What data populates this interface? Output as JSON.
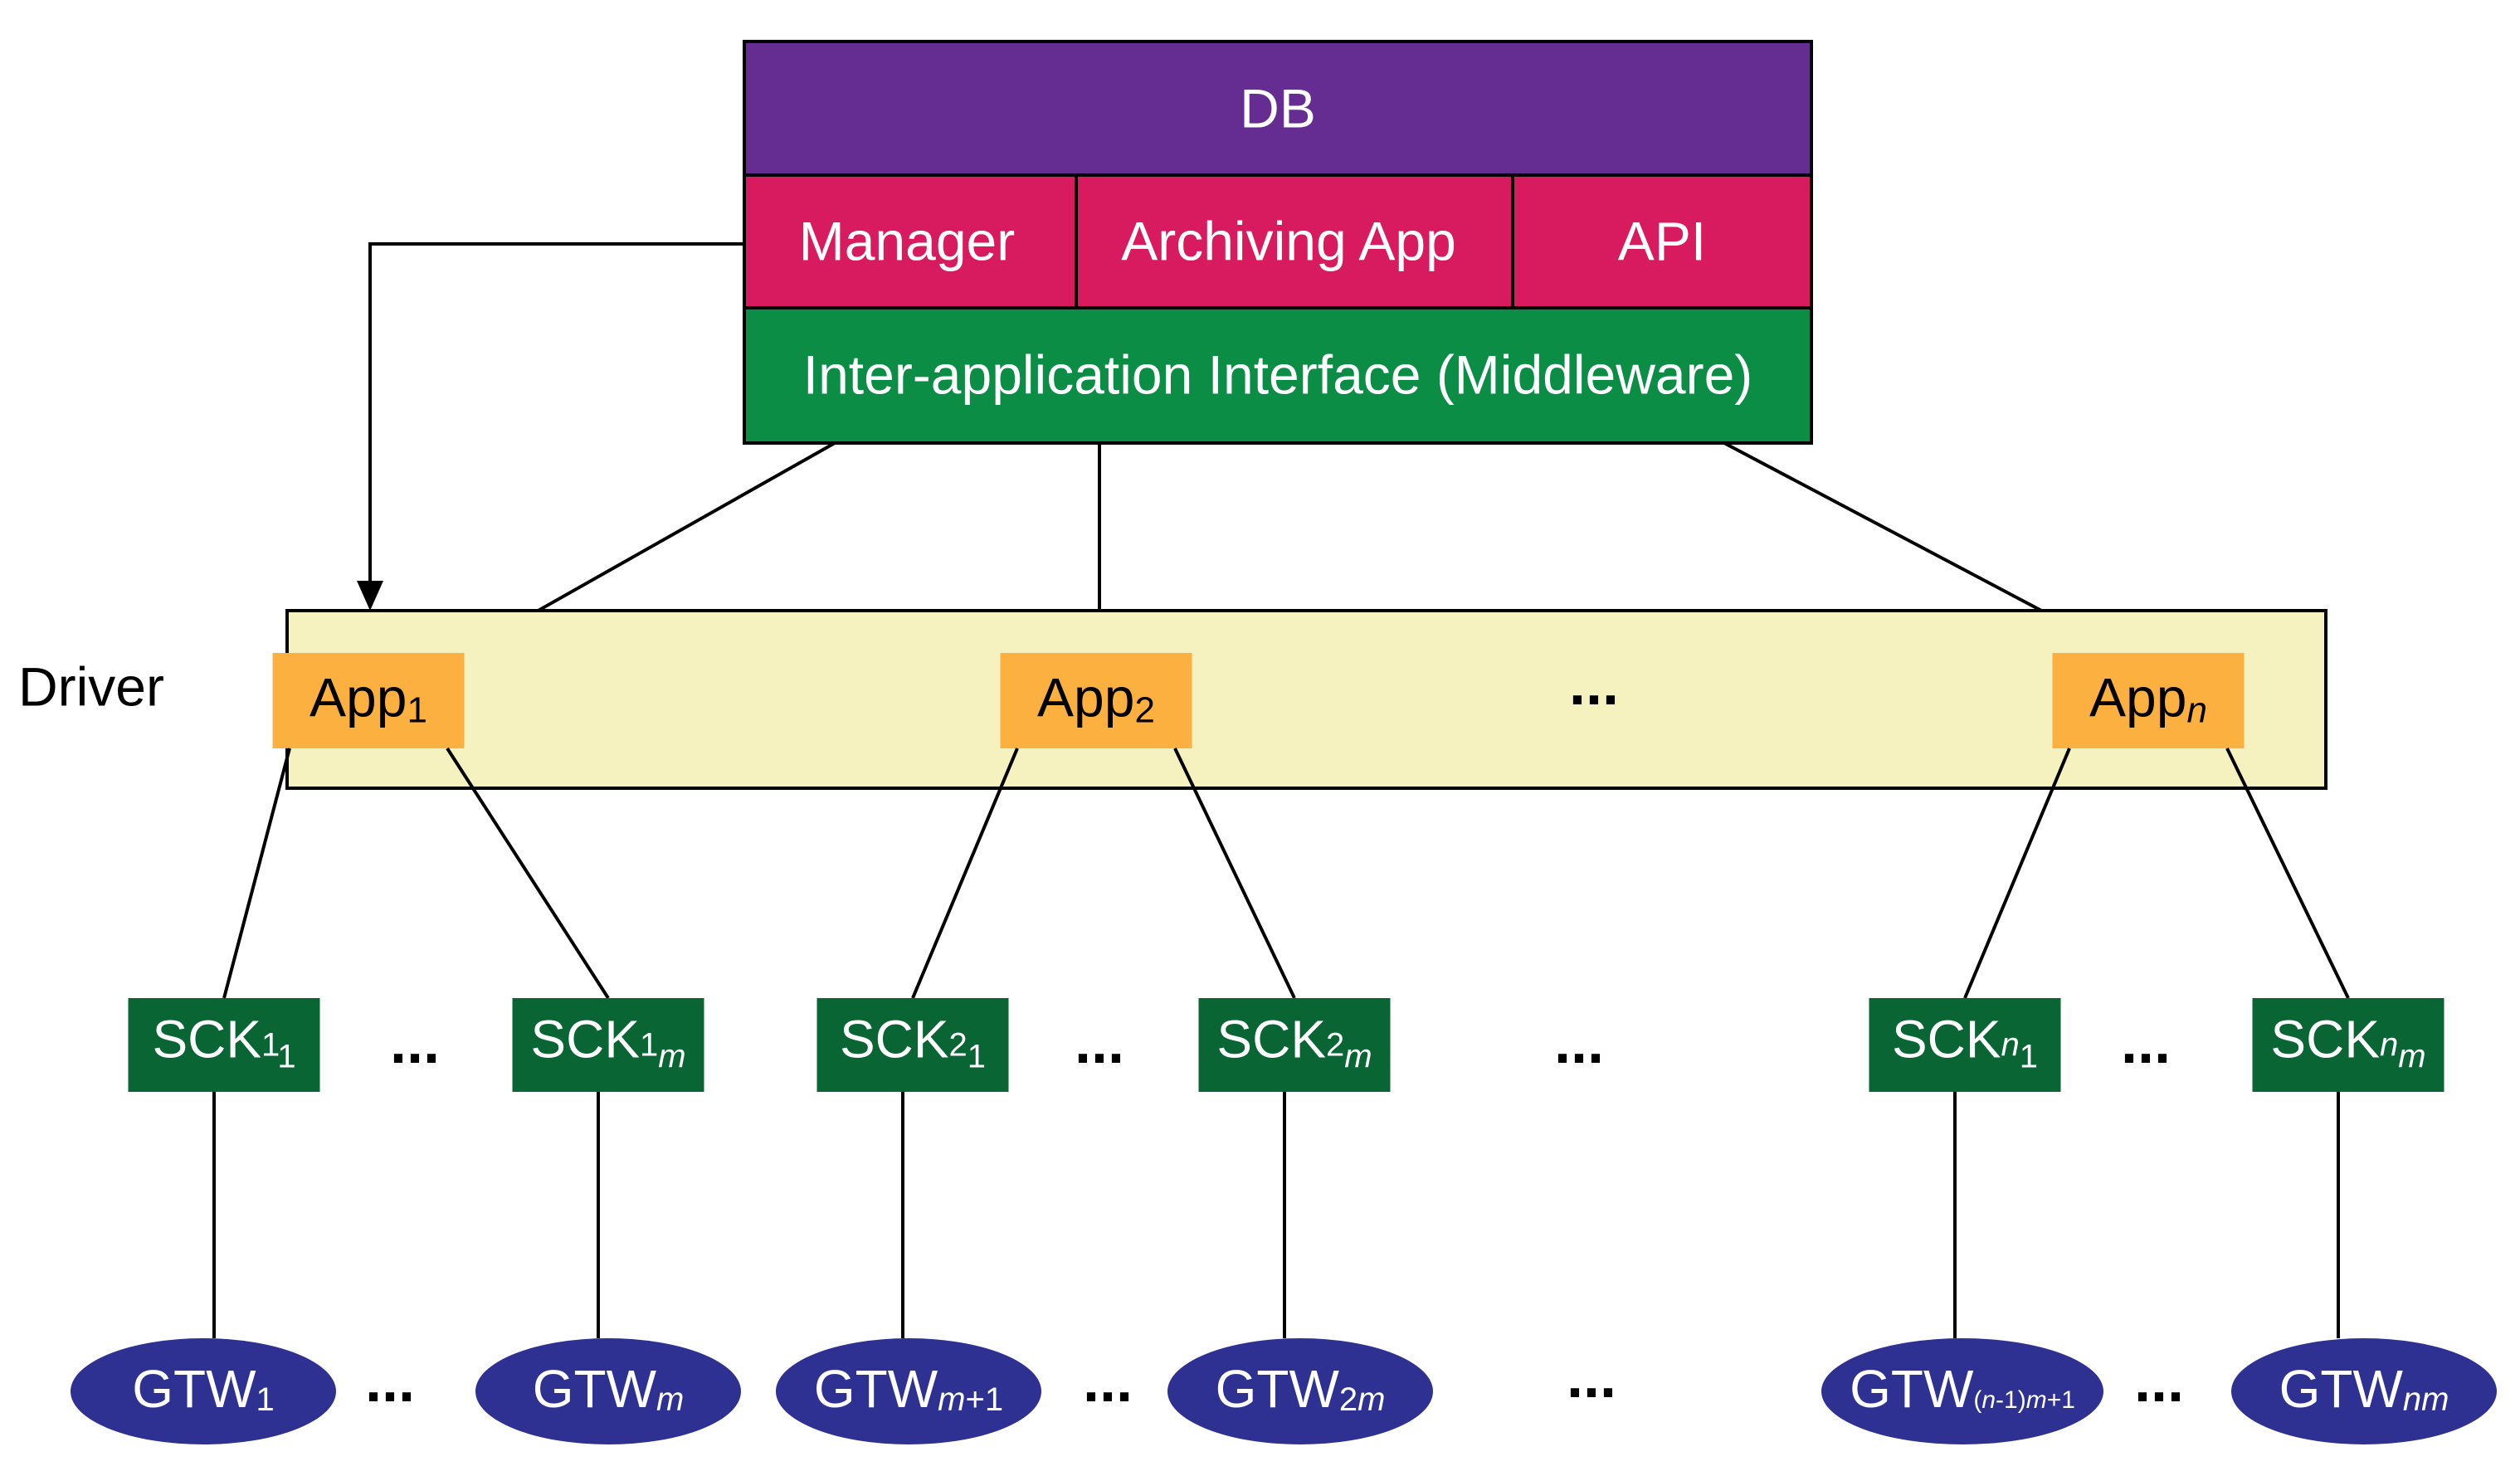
{
  "colors": {
    "db": "#652C91",
    "middle_row": "#D81B5E",
    "middleware": "#0B8D45",
    "driver_bg": "#F5F2BF",
    "app": "#FBB040",
    "sck": "#0A6534",
    "gtw": "#2E3191",
    "line": "#000000",
    "light_text": "#FFFFFF",
    "dark_text": "#000000"
  },
  "top_stack": {
    "db_label": "DB",
    "manager_label": "Manager",
    "archiving_label": "Archiving App",
    "api_label": "API",
    "middleware_label": "Inter-application Interface (Middleware)"
  },
  "driver": {
    "label": "Driver",
    "ellipsis": "...",
    "apps": [
      {
        "base": "App",
        "sub": "1",
        "italic": false
      },
      {
        "base": "App",
        "sub": "2",
        "italic": false
      },
      {
        "base": "App",
        "sub": "n",
        "italic": true
      }
    ]
  },
  "sck_row": {
    "ellipsis": "...",
    "nodes": [
      {
        "base": "SCK",
        "s1": "1",
        "s2": "1",
        "s1_italic": false,
        "s2_italic": false
      },
      {
        "base": "SCK",
        "s1": "1",
        "s2": "m",
        "s1_italic": false,
        "s2_italic": true
      },
      {
        "base": "SCK",
        "s1": "2",
        "s2": "1",
        "s1_italic": false,
        "s2_italic": false
      },
      {
        "base": "SCK",
        "s1": "2",
        "s2": "m",
        "s1_italic": false,
        "s2_italic": true
      },
      {
        "base": "SCK",
        "s1": "n",
        "s2": "1",
        "s1_italic": true,
        "s2_italic": false
      },
      {
        "base": "SCK",
        "s1": "n",
        "s2": "m",
        "s1_italic": true,
        "s2_italic": true
      }
    ]
  },
  "gtw_row": {
    "ellipsis": "...",
    "nodes": [
      {
        "base": "GTW",
        "parts": [
          {
            "t": "1",
            "i": false
          }
        ]
      },
      {
        "base": "GTW",
        "parts": [
          {
            "t": "m",
            "i": true
          }
        ]
      },
      {
        "base": "GTW",
        "parts": [
          {
            "t": "m",
            "i": true
          },
          {
            "t": "+1",
            "i": false
          }
        ]
      },
      {
        "base": "GTW",
        "parts": [
          {
            "t": "2",
            "i": false
          },
          {
            "t": "m",
            "i": true
          }
        ]
      },
      {
        "base": "GTW",
        "parts": [
          {
            "t": "(",
            "i": false
          },
          {
            "t": "n",
            "i": true
          },
          {
            "t": "-1)",
            "i": false
          },
          {
            "t": "m",
            "i": true
          },
          {
            "t": "+1",
            "i": false
          }
        ]
      },
      {
        "base": "GTW",
        "parts": [
          {
            "t": "nm",
            "i": true
          }
        ]
      }
    ]
  }
}
